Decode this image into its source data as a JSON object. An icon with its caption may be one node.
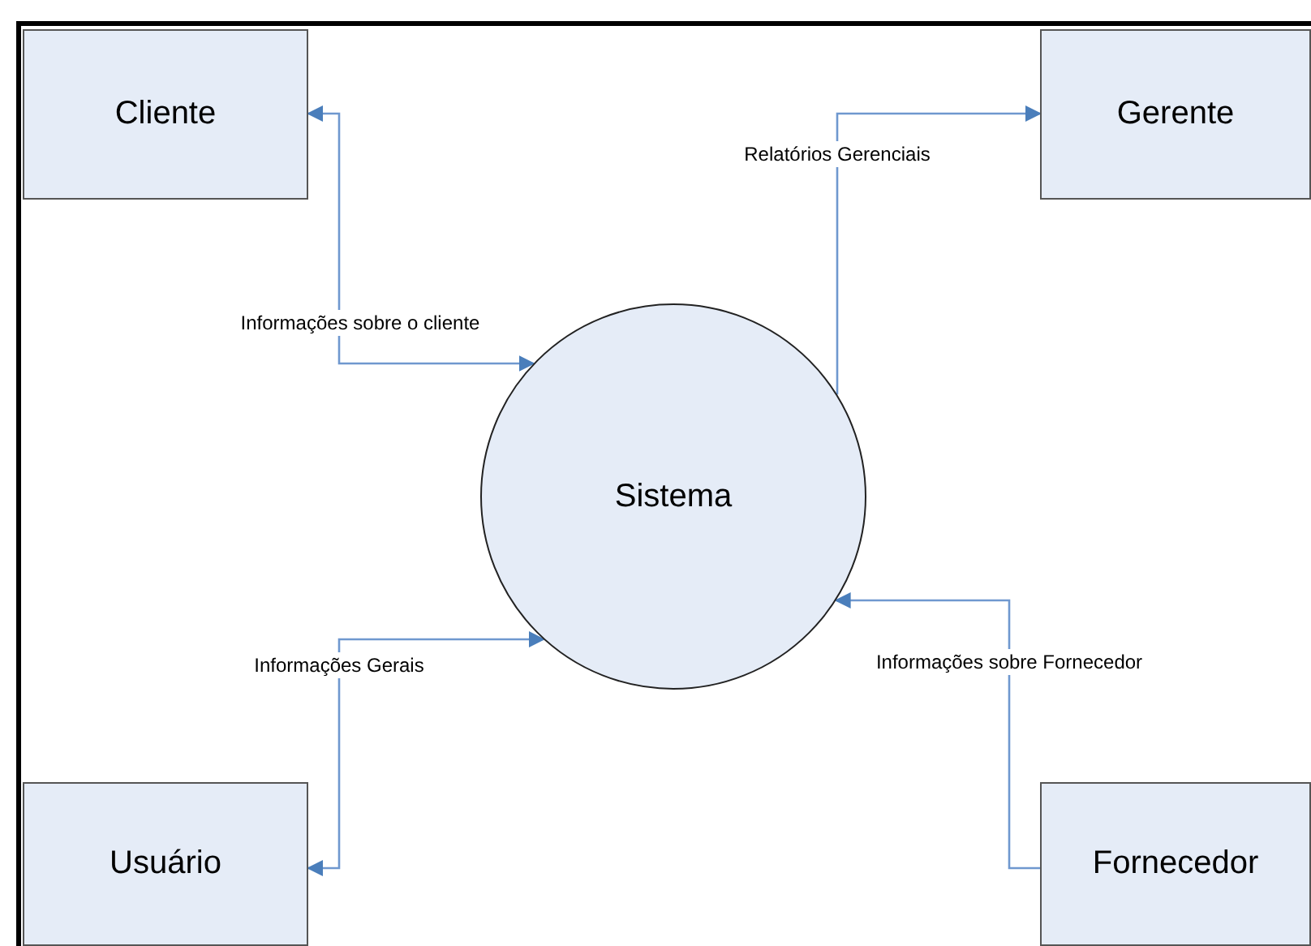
{
  "diagram": {
    "nodes": [
      {
        "text": [
          "Cliente"
        ]
      },
      {
        "text": [
          "Gerente"
        ]
      },
      {
        "text": [
          "Sistema"
        ]
      },
      {
        "text": [
          "Usuário"
        ]
      },
      {
        "text": [
          "Fornecedor"
        ]
      }
    ],
    "edges": [
      {
        "from": 0,
        "to": 2,
        "arrow": "both",
        "label": "Informações sobre o cliente"
      },
      {
        "from": 2,
        "to": 1,
        "arrow": "to",
        "label": "Relatórios Gerenciais"
      },
      {
        "from": 3,
        "to": 2,
        "arrow": "both",
        "label": "Informações Gerais"
      },
      {
        "from": 4,
        "to": 2,
        "arrow": "to",
        "label": "Informações sobre Fornecedor"
      }
    ]
  }
}
